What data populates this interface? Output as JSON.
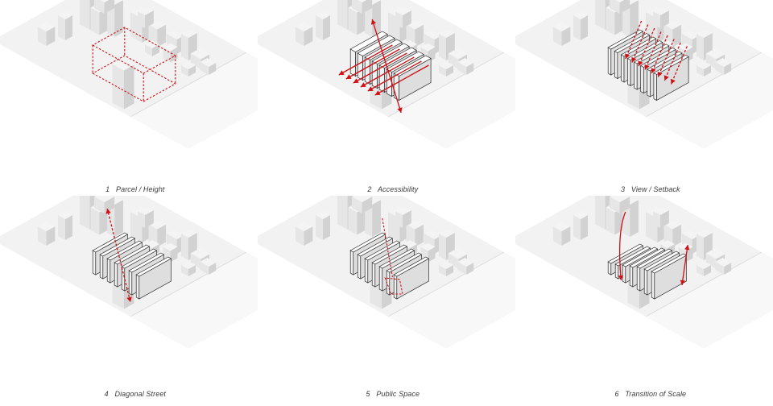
{
  "panels": [
    {
      "number": "1",
      "title": "Parcel / Height"
    },
    {
      "number": "2",
      "title": "Accessibility"
    },
    {
      "number": "3",
      "title": "View / Setback"
    },
    {
      "number": "4",
      "title": "Diagonal Street"
    },
    {
      "number": "5",
      "title": "Public Space"
    },
    {
      "number": "6",
      "title": "Transition of Scale"
    }
  ],
  "colors": {
    "accent": "#d10f14",
    "ground": "#f2f2f2",
    "ground_edge": "#dcdcdc",
    "building_top": "#f4f4f4",
    "building_left": "#e6e6e6",
    "building_right": "#d2d2d2",
    "slab_outline": "#2a2a2a",
    "caption": "#3a3a3a"
  }
}
